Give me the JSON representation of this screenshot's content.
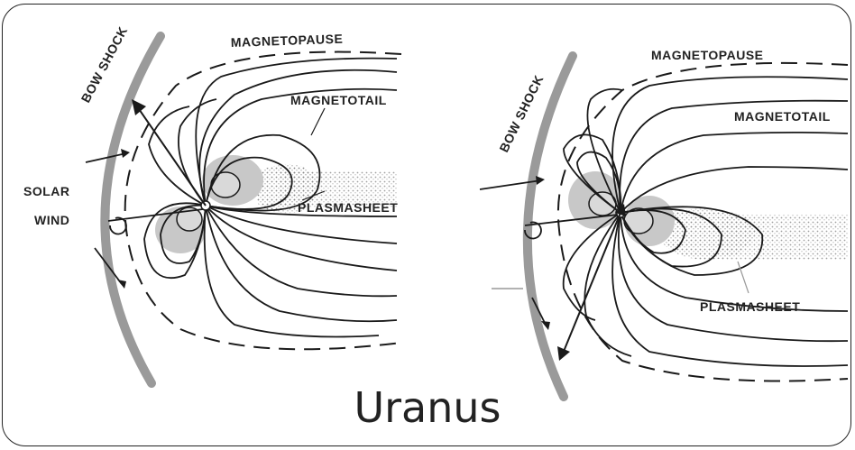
{
  "caption": "Uranus",
  "left_panel": {
    "labels": {
      "bow_shock": "BOW SHOCK",
      "magnetopause": "MAGNETOPAUSE",
      "magnetotail": "MAGNETOTAIL",
      "solar": "SOLAR",
      "wind": "WIND",
      "plasmasheet": "PLASMASHEET"
    }
  },
  "right_panel": {
    "labels": {
      "bow_shock": "BOW SHOCK",
      "magnetopause": "MAGNETOPAUSE",
      "magnetotail": "MAGNETOTAIL",
      "plasmasheet": "PLASMASHEET"
    }
  },
  "colors": {
    "bow_shock": "#9a9a9a",
    "field_lines": "#1a1a1a",
    "plasma": "#c8c8c8",
    "frame": "#222222"
  }
}
